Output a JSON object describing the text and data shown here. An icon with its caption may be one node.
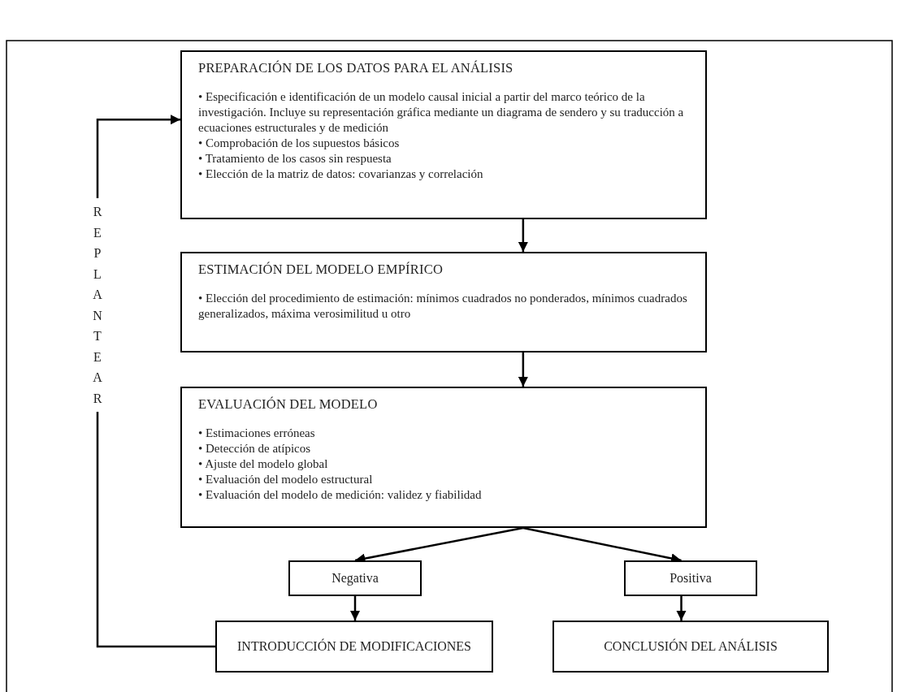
{
  "diagram": {
    "nodes": [
      {
        "text": [
          "PREPARACIÓN DE LOS DATOS PARA EL ANÁLISIS",
          "• Especificación e identificación de un modelo causal inicial a partir del marco teórico de la investigación. Incluye su representación gráfica mediante un diagrama de sendero y su traducción a ecuaciones estructurales y de medición",
          "• Comprobación de los supuestos básicos",
          "• Tratamiento de los casos sin respuesta",
          "• Elección de la matriz de datos: covarianzas y correlación"
        ]
      },
      {
        "text": [
          "ESTIMACIÓN DEL MODELO EMPÍRICO",
          "• Elección del procedimiento de estimación: mínimos cuadrados no ponderados, mínimos cuadrados generalizados, máxima verosimilitud u otro"
        ]
      },
      {
        "text": [
          "EVALUACIÓN DEL MODELO",
          "• Estimaciones erróneas",
          "• Detección de atípicos",
          "• Ajuste del modelo global",
          "• Evaluación del modelo estructural",
          "• Evaluación del modelo de medición: validez y fiabilidad"
        ]
      },
      {
        "text": [
          "Negativa"
        ]
      },
      {
        "text": [
          "Positiva"
        ]
      },
      {
        "text": [
          "INTRODUCCIÓN DE MODIFICACIONES"
        ]
      },
      {
        "text": [
          "CONCLUSIÓN DEL ANÁLISIS"
        ]
      }
    ],
    "edges": [
      {
        "from": 0,
        "to": 1,
        "arrow": "to"
      },
      {
        "from": 1,
        "to": 2,
        "arrow": "to"
      },
      {
        "from": 2,
        "to": 3,
        "arrow": "to"
      },
      {
        "from": 2,
        "to": 4,
        "arrow": "to"
      },
      {
        "from": 3,
        "to": 5,
        "arrow": "to"
      },
      {
        "from": 4,
        "to": 6,
        "arrow": "to"
      },
      {
        "from": 5,
        "to": 0,
        "arrow": "to",
        "label": "REPLANTEAR"
      }
    ]
  }
}
